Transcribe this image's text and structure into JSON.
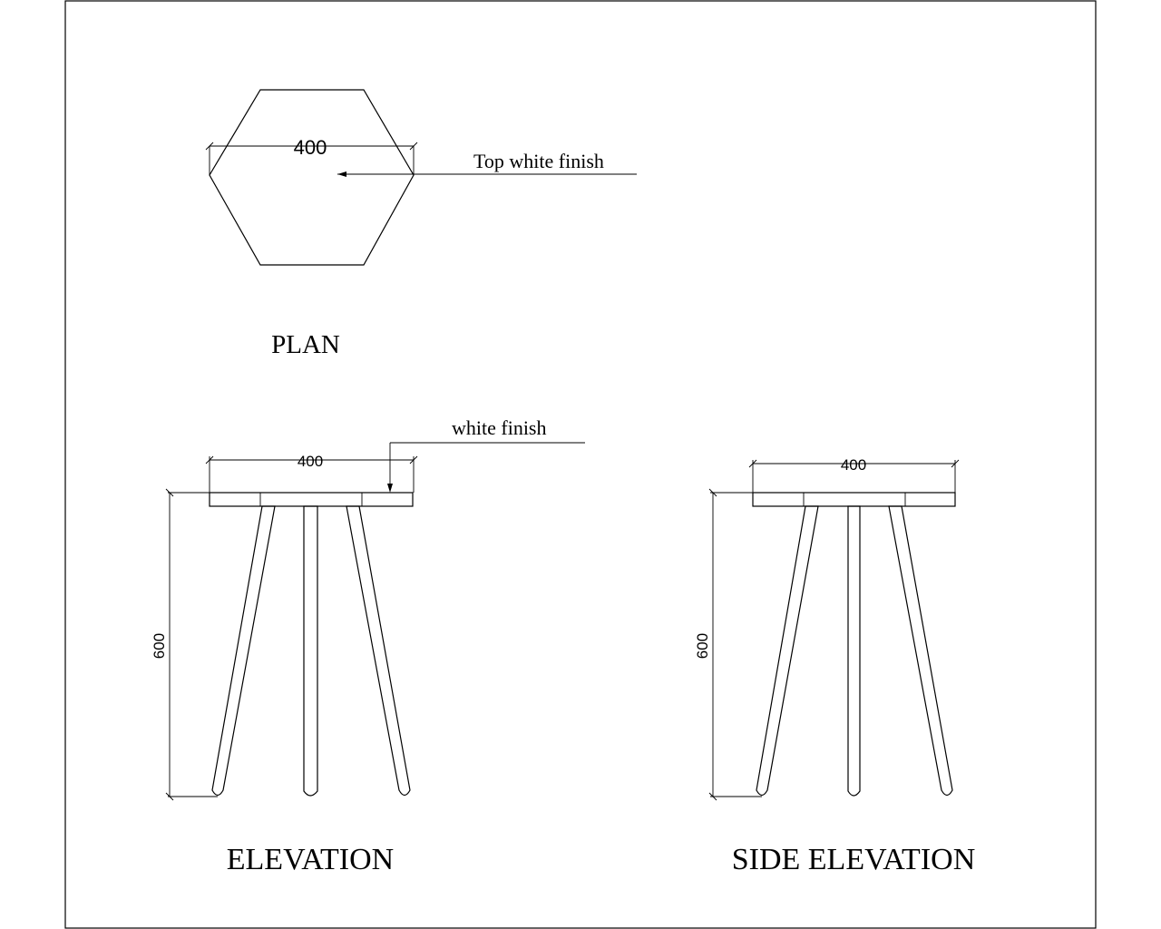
{
  "plan": {
    "title": "PLAN",
    "dimension": "400",
    "note": "Top white finish"
  },
  "elevation": {
    "title": "ELEVATION",
    "width_dimension": "400",
    "height_dimension": "600",
    "note": "white finish"
  },
  "side_elevation": {
    "title": "SIDE ELEVATION",
    "width_dimension": "400",
    "height_dimension": "600"
  }
}
